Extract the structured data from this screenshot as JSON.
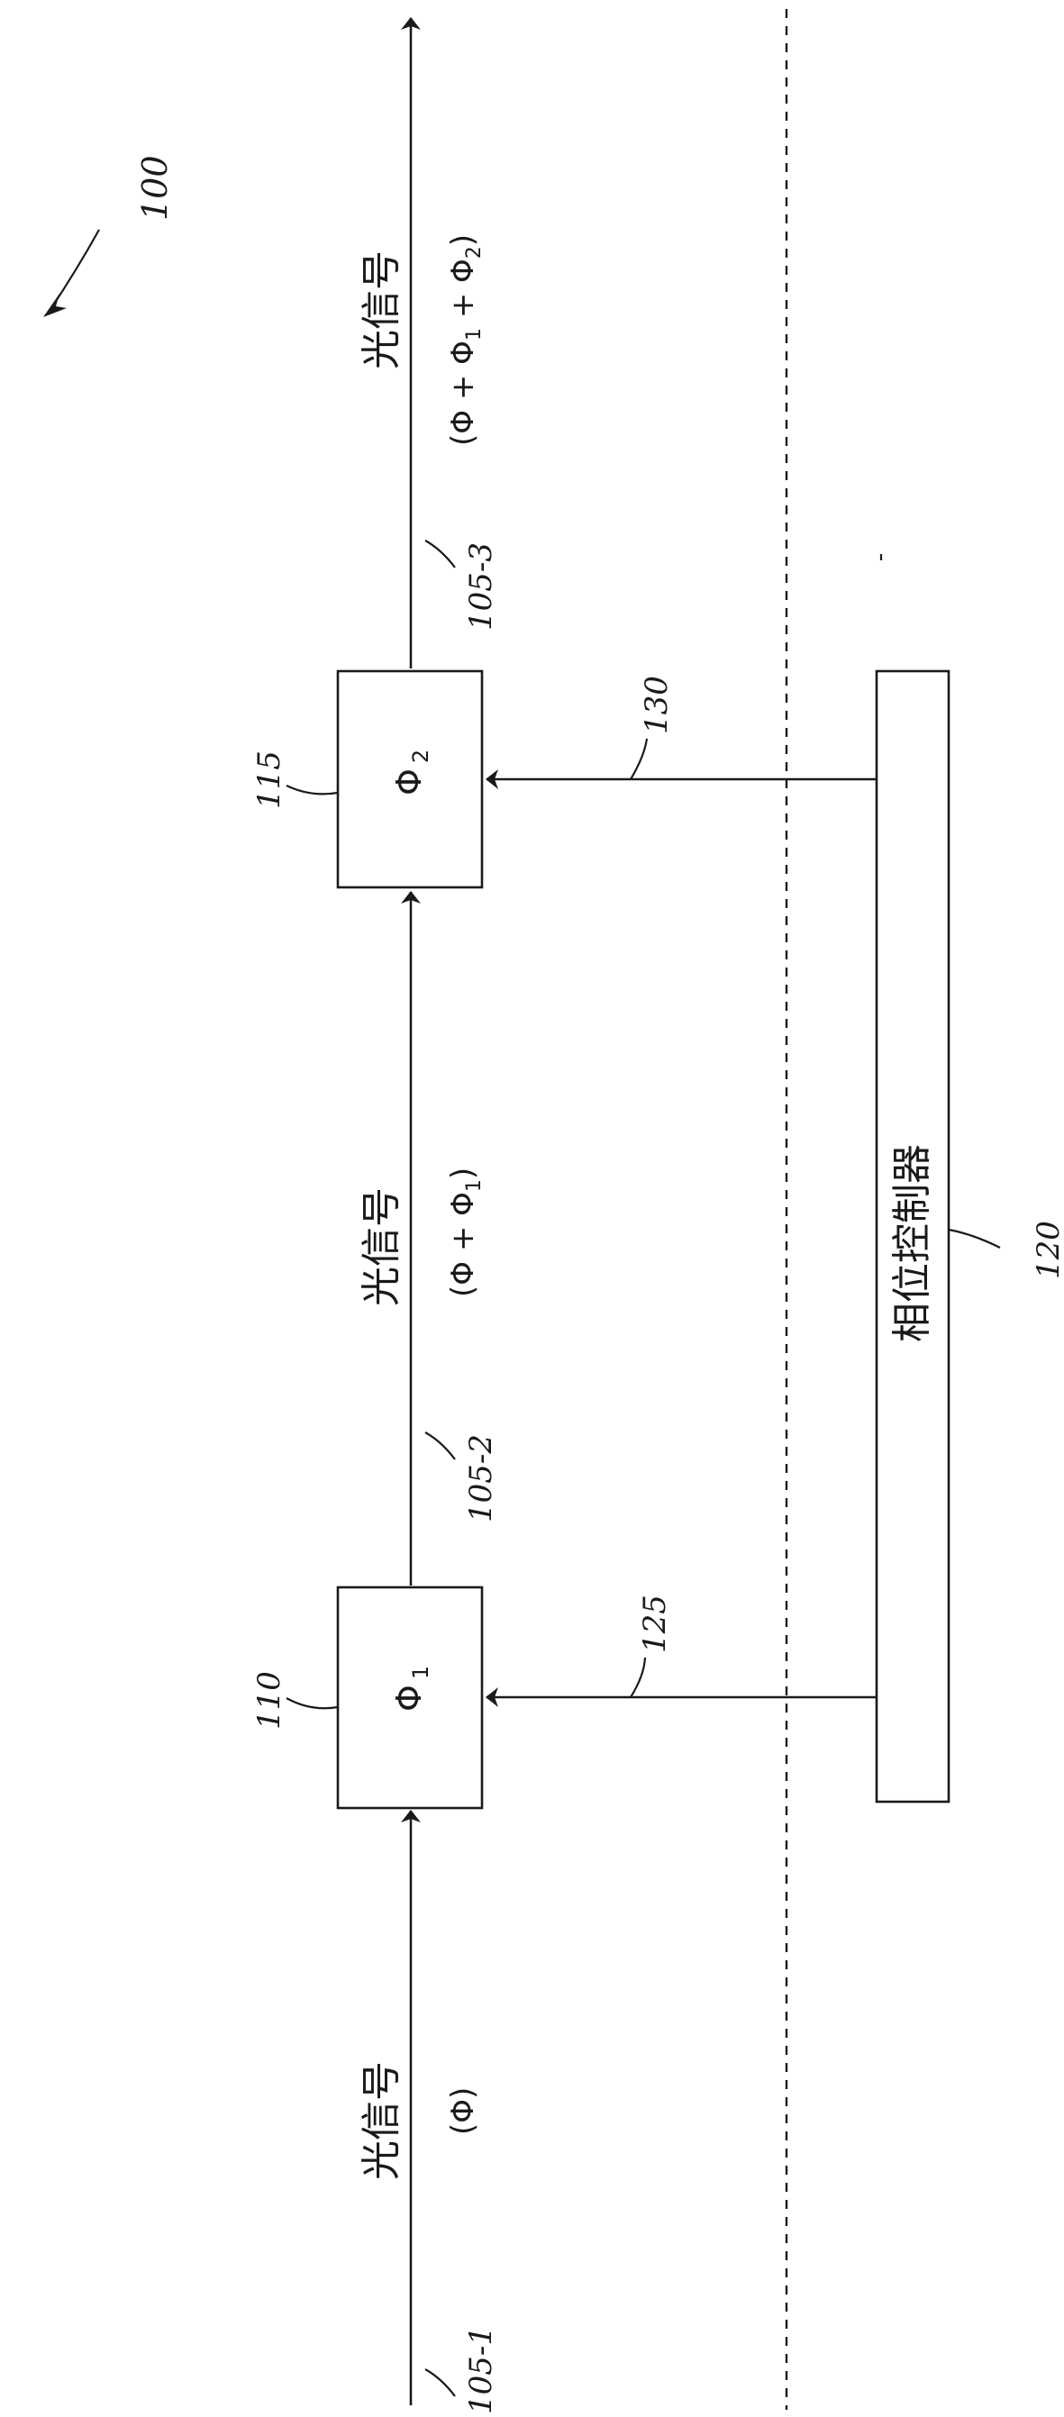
{
  "figure": {
    "ref": "100",
    "signals": [
      {
        "label": "光信号",
        "phase": "(Φ)",
        "ref": "105-1"
      },
      {
        "label": "光信号",
        "phase": "(Φ + Φ1)",
        "phase_main": "(Φ + Φ",
        "phase_sub": "1",
        "phase_end": ")",
        "ref": "105-2"
      },
      {
        "label": "光信号",
        "phase": "(Φ + Φ1 + Φ2)",
        "phase_main": "(Φ + Φ",
        "phase_sub1": "1",
        "phase_mid": " + Φ",
        "phase_sub2": "2",
        "phase_end": ")",
        "ref": "105-3"
      }
    ],
    "shifters": [
      {
        "ref": "110",
        "symbol": "Φ",
        "sub": "1"
      },
      {
        "ref": "115",
        "symbol": "Φ",
        "sub": "2"
      }
    ],
    "controller": {
      "label": "相位控制器",
      "ref": "120"
    },
    "control_lines": [
      {
        "ref": "125"
      },
      {
        "ref": "130"
      }
    ]
  }
}
